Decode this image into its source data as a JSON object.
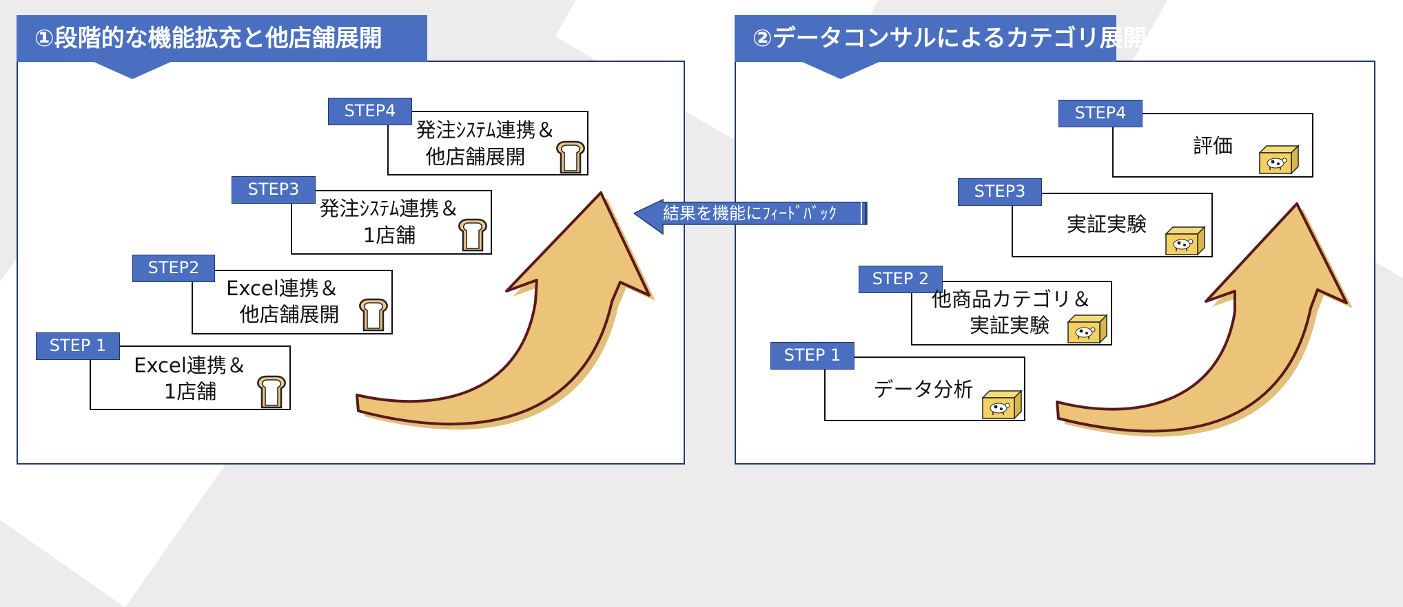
{
  "panels": [
    {
      "title": "①段階的な機能拡充と他店舗展開",
      "icon": "bread-icon",
      "steps": [
        {
          "tag": "STEP 1",
          "lines": [
            "Excel連携＆",
            "1店舗"
          ]
        },
        {
          "tag": "STEP2",
          "lines": [
            "Excel連携＆",
            "他店舗展開"
          ]
        },
        {
          "tag": "STEP3",
          "lines": [
            "発注ｼｽﾃﾑ連携＆",
            "1店舗"
          ]
        },
        {
          "tag": "STEP4",
          "lines": [
            "発注ｼｽﾃﾑ連携＆",
            "他店舗展開"
          ]
        }
      ]
    },
    {
      "title": "②データコンサルによるカテゴリ展開",
      "icon": "butter-cow-icon",
      "steps": [
        {
          "tag": "STEP 1",
          "lines": [
            "データ分析"
          ]
        },
        {
          "tag": "STEP 2",
          "lines": [
            "他商品カテゴリ＆",
            "実証実験"
          ]
        },
        {
          "tag": "STEP3",
          "lines": [
            "実証実験"
          ]
        },
        {
          "tag": "STEP4",
          "lines": [
            "評価"
          ]
        }
      ]
    }
  ],
  "feedback": {
    "label": "結果を機能にﾌｨｰﾄﾞﾊﾞｯｸ"
  },
  "colors": {
    "accent": "#4a6fc0",
    "border": "#223a6b",
    "arrow_fill": "#ebc479",
    "arrow_outline": "#5a1a1a",
    "bread": "#f0c489",
    "butter": "#f2d061"
  }
}
